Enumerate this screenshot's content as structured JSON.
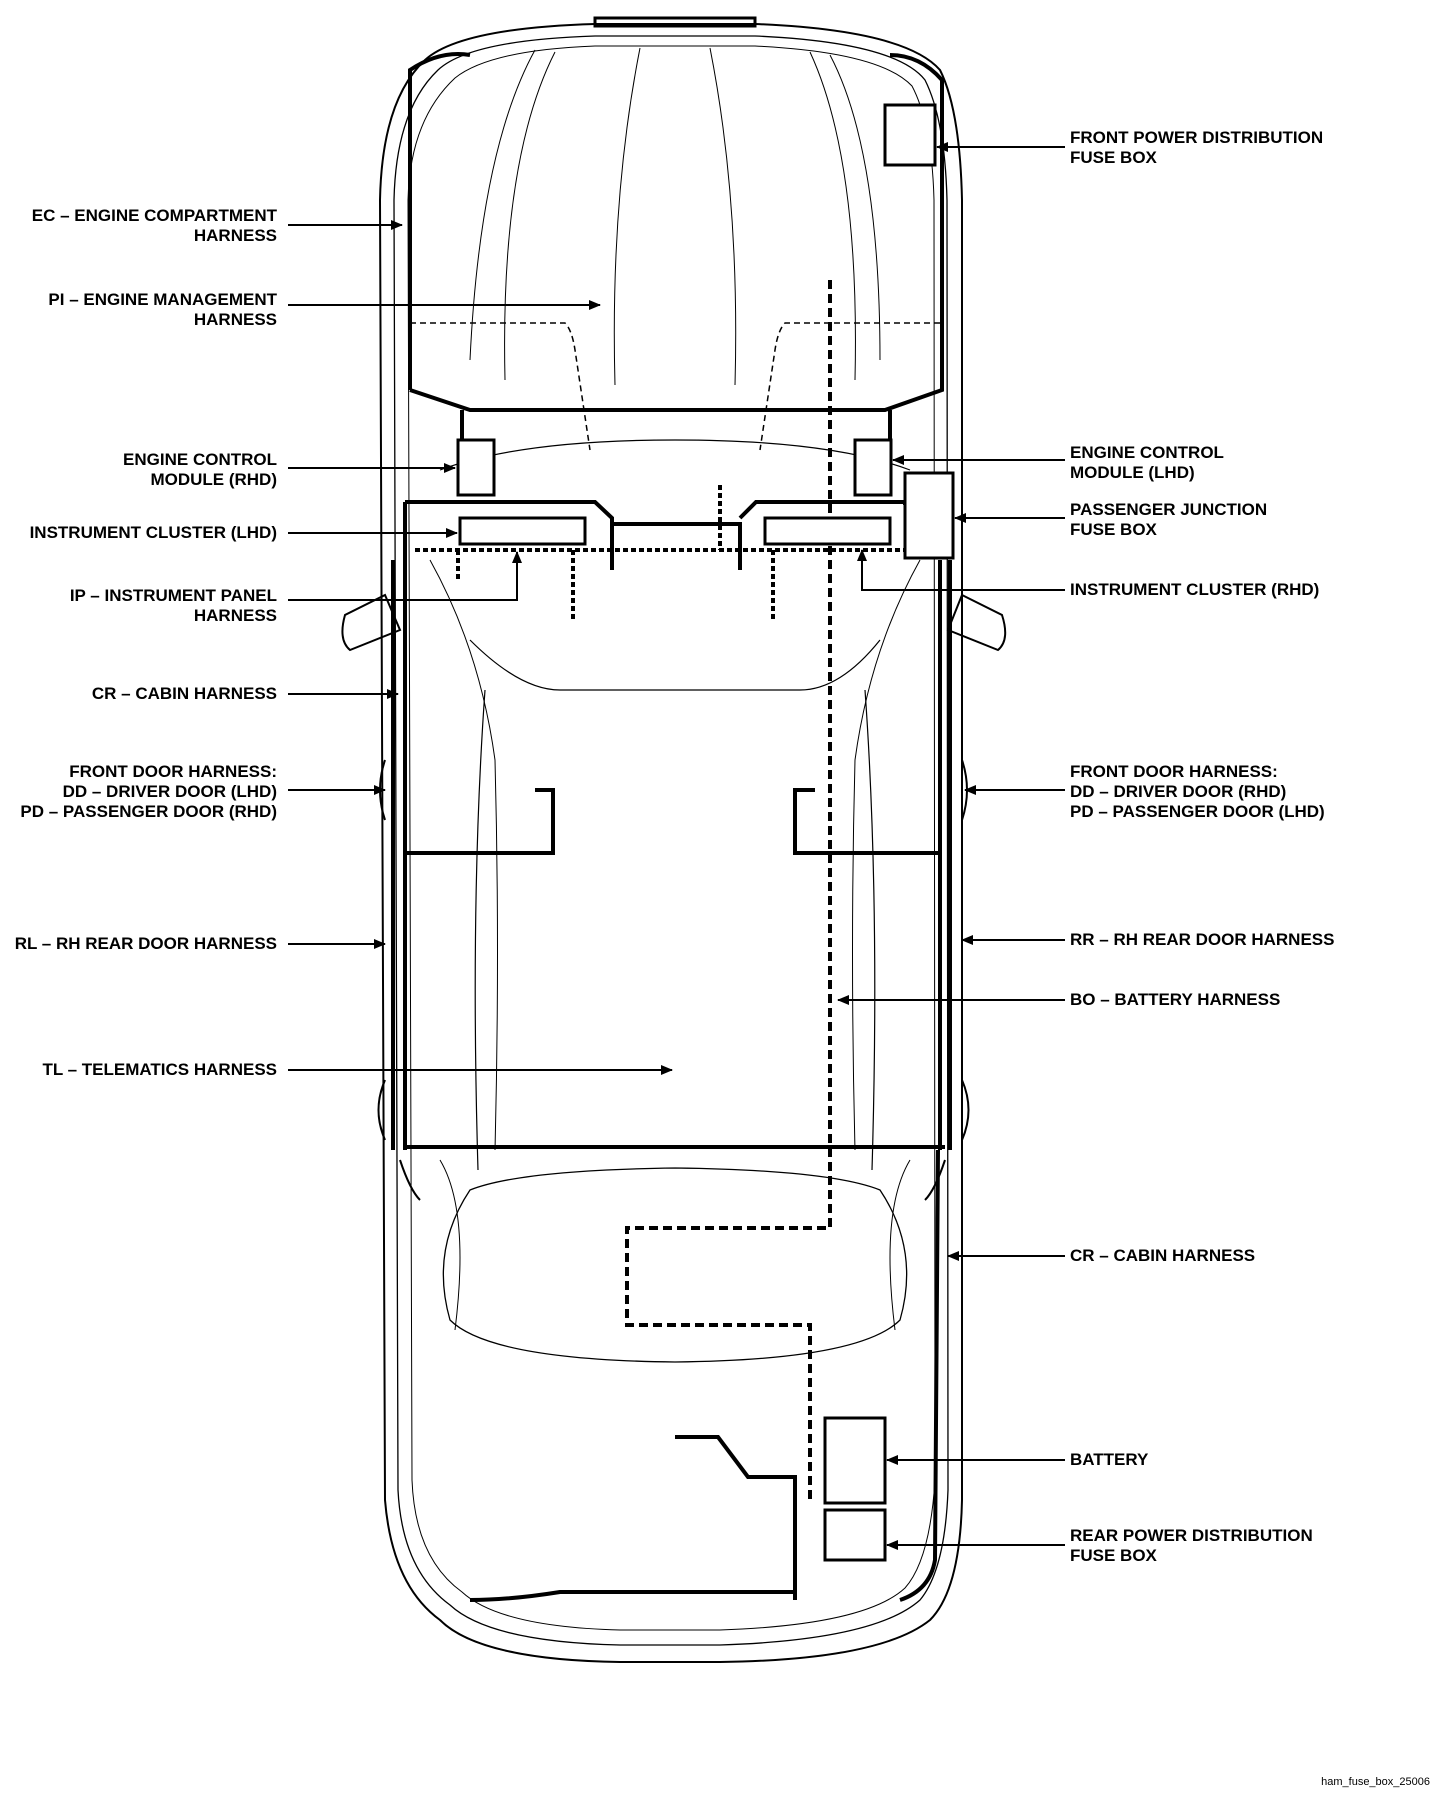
{
  "labels": {
    "ec": "EC – ENGINE COMPARTMENT\nHARNESS",
    "pi": "PI – ENGINE MANAGEMENT\nHARNESS",
    "ecm_rhd": "ENGINE CONTROL\nMODULE (RHD)",
    "cluster_lhd": "INSTRUMENT CLUSTER (LHD)",
    "ip": "IP – INSTRUMENT PANEL\nHARNESS",
    "cr_left": "CR – CABIN HARNESS",
    "front_door_left": "FRONT DOOR HARNESS:\nDD – DRIVER DOOR (LHD)\nPD – PASSENGER DOOR (RHD)",
    "rl": "RL – RH REAR DOOR HARNESS",
    "tl": "TL – TELEMATICS HARNESS",
    "front_power": "FRONT POWER DISTRIBUTION\nFUSE BOX",
    "ecm_lhd": "ENGINE CONTROL\nMODULE (LHD)",
    "passenger_junction": "PASSENGER JUNCTION\nFUSE BOX",
    "cluster_rhd": "INSTRUMENT CLUSTER (RHD)",
    "front_door_right": "FRONT DOOR HARNESS:\nDD – DRIVER DOOR (RHD)\nPD – PASSENGER DOOR (LHD)",
    "rr": "RR – RH REAR DOOR HARNESS",
    "bo": "BO – BATTERY HARNESS",
    "cr_right": "CR – CABIN HARNESS",
    "battery": "BATTERY",
    "rear_power": "REAR POWER DISTRIBUTION\nFUSE BOX"
  },
  "image_id": "ham_fuse_box_25006"
}
